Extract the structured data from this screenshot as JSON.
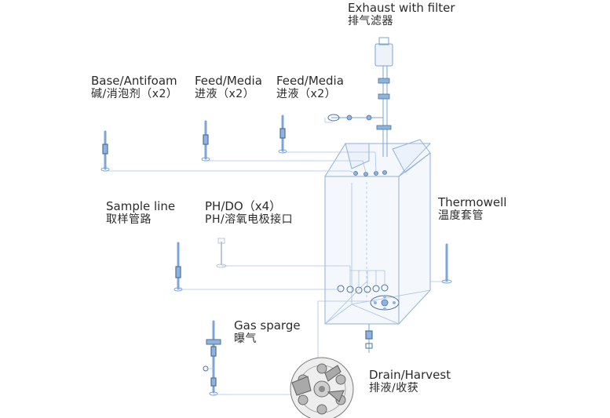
{
  "labels": {
    "exhaust": {
      "en": "Exhaust with filter",
      "zh": "排气滤器"
    },
    "base_antifoam": {
      "en": "Base/Antifoam",
      "zh": "碱/消泡剂（x2）"
    },
    "feed1": {
      "en": "Feed/Media",
      "zh": "进液（x2）"
    },
    "feed2": {
      "en": "Feed/Media",
      "zh": "进液（x2）"
    },
    "sample": {
      "en": "Sample line",
      "zh": "取样管路"
    },
    "ph_do": {
      "en": "PH/DO（x4）",
      "zh": "PH/溶氧电极接口"
    },
    "thermowell": {
      "en": "Thermowell",
      "zh": "温度套管"
    },
    "gas_sparge": {
      "en": "Gas sparge",
      "zh": "曝气"
    },
    "drain": {
      "en": "Drain/Harvest",
      "zh": "排液/收获"
    }
  },
  "colors": {
    "line": "#7aa3d6",
    "tank_fill": "#cddef4",
    "text": "#2b2b2b",
    "impeller": "#b8b8b8"
  }
}
